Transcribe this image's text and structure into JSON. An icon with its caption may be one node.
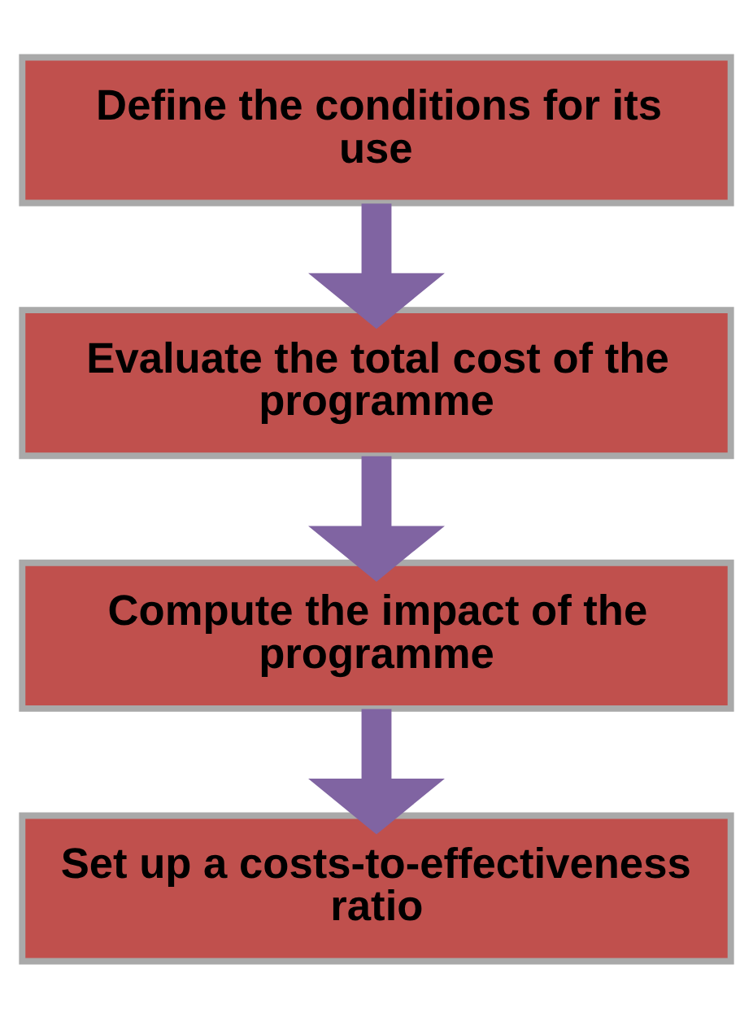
{
  "diagram": {
    "nodes": [
      {
        "text": [
          "Define the conditions for its use"
        ]
      },
      {
        "text": [
          "Evaluate the total cost of the programme"
        ]
      },
      {
        "text": [
          "Compute the impact of the programme"
        ]
      },
      {
        "text": [
          "Set up a costs-to-effectiveness ratio"
        ]
      }
    ],
    "edges": [
      {
        "from": 0,
        "to": 1,
        "arrow": "to"
      },
      {
        "from": 1,
        "to": 2,
        "arrow": "to"
      },
      {
        "from": 2,
        "to": 3,
        "arrow": "to"
      }
    ]
  }
}
